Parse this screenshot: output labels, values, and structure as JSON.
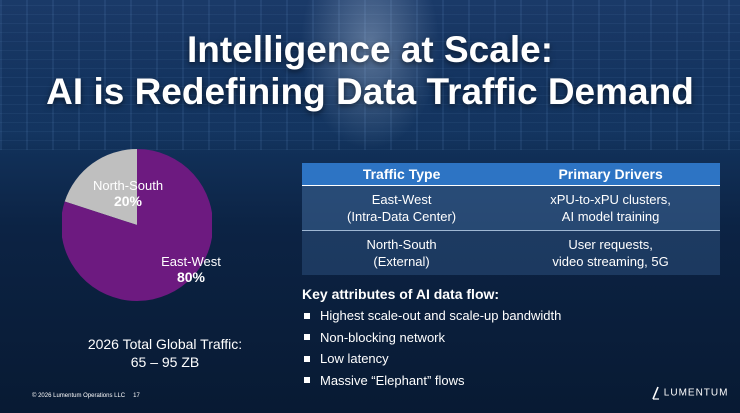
{
  "title": {
    "line1": "Intelligence at Scale:",
    "line2": "AI is Redefining Data Traffic Demand"
  },
  "colors": {
    "east_west": "#6d1a80",
    "north_south": "#bfbfbf",
    "table_header": "#2d74c4"
  },
  "chart_data": {
    "type": "pie",
    "slices": [
      {
        "label": "North-South",
        "value": 20,
        "display": "20%",
        "color": "#bfbfbf"
      },
      {
        "label": "East-West",
        "value": 80,
        "display": "80%",
        "color": "#6d1a80"
      }
    ],
    "caption_line1": "2026 Total Global Traffic:",
    "caption_line2": "65 – 95 ZB"
  },
  "table": {
    "headers": [
      "Traffic Type",
      "Primary Drivers"
    ],
    "rows": [
      {
        "type_line1": "East-West",
        "type_line2": "(Intra-Data Center)",
        "drivers_line1": "xPU-to-xPU clusters,",
        "drivers_line2": "AI model training"
      },
      {
        "type_line1": "North-South",
        "type_line2": "(External)",
        "drivers_line1": "User requests,",
        "drivers_line2": "video streaming, 5G"
      }
    ]
  },
  "attributes": {
    "heading": "Key attributes of AI data flow:",
    "items": [
      "Highest scale-out and scale-up bandwidth",
      "Non-blocking network",
      "Low latency",
      "Massive “Elephant” flows"
    ]
  },
  "footer": {
    "copyright": "© 2026 Lumentum Operations LLC",
    "page": "17"
  },
  "logo": {
    "text": "LUMENTUM",
    "icon": "lumentum-slash-icon"
  }
}
